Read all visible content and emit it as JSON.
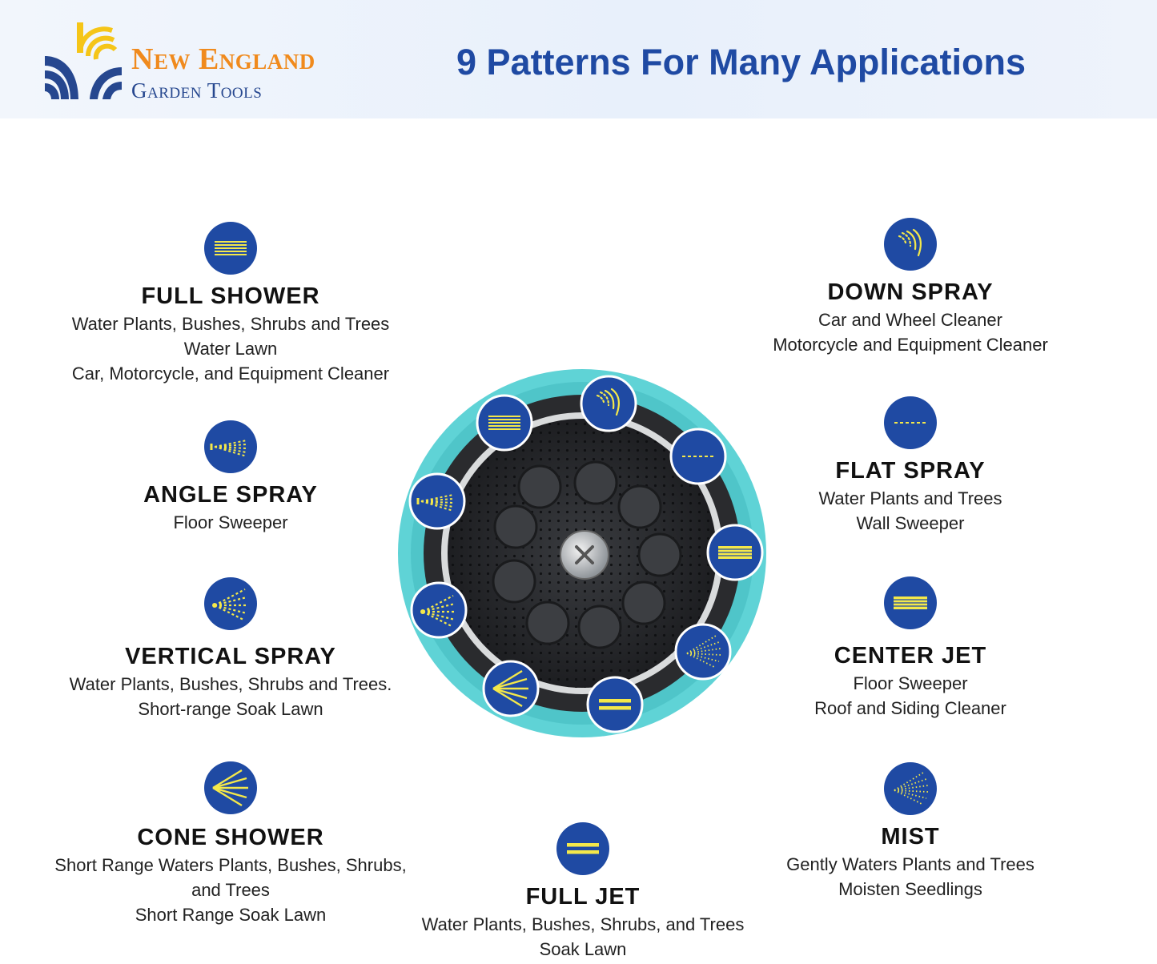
{
  "header": {
    "brand_line1": "New England",
    "brand_line2": "Garden Tools",
    "headline": "9 Patterns For Many Applications"
  },
  "colors": {
    "icon_blue": "#1f4aa3",
    "icon_yellow": "#f4e84a",
    "ring_teal": "#5fd3d6",
    "brand_orange": "#f08a1d",
    "brand_blue": "#26478f"
  },
  "patterns": {
    "full_shower": {
      "title": "FULL SHOWER",
      "lines": [
        "Water Plants, Bushes, Shrubs and Trees",
        "Water Lawn",
        "Car, Motorcycle, and Equipment Cleaner"
      ],
      "icon": "full-shower-icon"
    },
    "angle_spray": {
      "title": "ANGLE SPRAY",
      "lines": [
        "Floor Sweeper"
      ],
      "icon": "angle-spray-icon"
    },
    "vertical_spray": {
      "title": "VERTICAL SPRAY",
      "lines": [
        "Water Plants, Bushes, Shrubs and Trees.",
        "Short-range Soak Lawn"
      ],
      "icon": "vertical-spray-icon"
    },
    "cone_shower": {
      "title": "CONE SHOWER",
      "lines": [
        "Short Range Waters Plants, Bushes, Shrubs,",
        "and Trees",
        "Short Range Soak Lawn"
      ],
      "icon": "cone-shower-icon"
    },
    "full_jet": {
      "title": "FULL JET",
      "lines": [
        "Water Plants, Bushes, Shrubs, and Trees",
        "Soak Lawn"
      ],
      "icon": "full-jet-icon"
    },
    "down_spray": {
      "title": "DOWN SPRAY",
      "lines": [
        "Car and Wheel Cleaner",
        "Motorcycle and Equipment Cleaner"
      ],
      "icon": "down-spray-icon"
    },
    "flat_spray": {
      "title": "FLAT SPRAY",
      "lines": [
        "Water Plants and Trees",
        "Wall Sweeper"
      ],
      "icon": "flat-spray-icon"
    },
    "center_jet": {
      "title": "CENTER JET",
      "lines": [
        "Floor Sweeper",
        "Roof and Siding Cleaner"
      ],
      "icon": "center-jet-icon"
    },
    "mist": {
      "title": "MIST",
      "lines": [
        "Gently Waters Plants and Trees",
        "Moisten Seedlings"
      ],
      "icon": "mist-icon"
    }
  }
}
